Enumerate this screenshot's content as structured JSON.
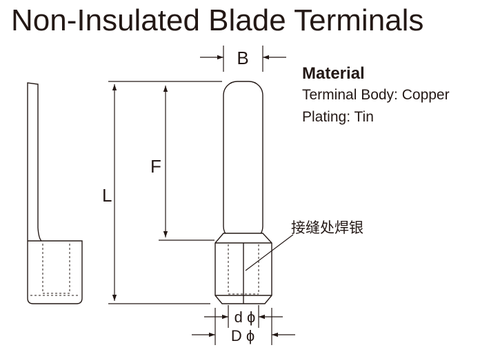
{
  "title": "Non-Insulated Blade Terminals",
  "material": {
    "heading": "Material",
    "body": "Terminal Body: Copper",
    "plating": "Plating: Tin"
  },
  "dimensions": {
    "b": "B",
    "f": "F",
    "l": "L",
    "d_inner": "d ϕ",
    "d_outer": "D ϕ"
  },
  "annotation": "接缝处焊银",
  "colors": {
    "ink": "#231815",
    "background": "#ffffff"
  }
}
